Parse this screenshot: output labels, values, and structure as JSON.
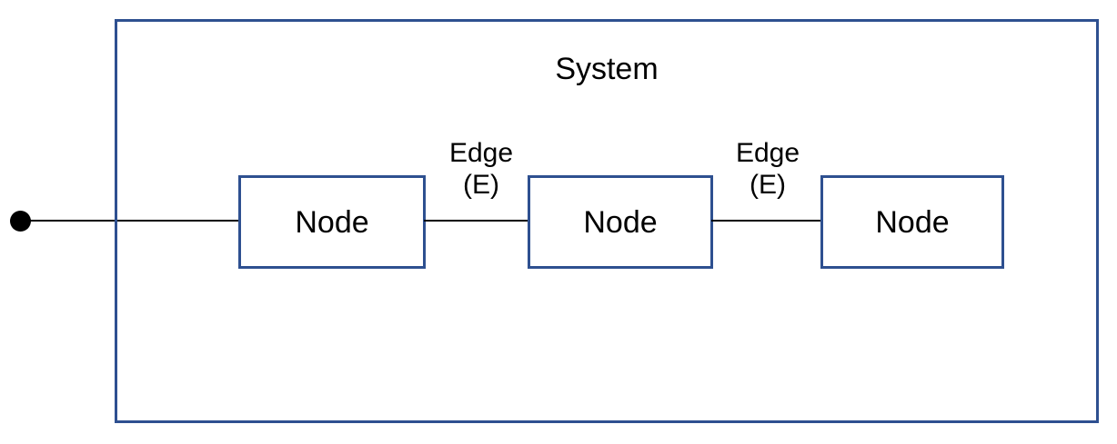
{
  "diagram": {
    "title": "System",
    "colors": {
      "border": "#2E5090",
      "line": "#000000",
      "text": "#000000",
      "background": "#ffffff"
    },
    "system": {
      "label": "System"
    },
    "source": {
      "marker": "filled-circle-terminal"
    },
    "nodes": [
      {
        "id": "node-1",
        "label": "Node"
      },
      {
        "id": "node-2",
        "label": "Node"
      },
      {
        "id": "node-3",
        "label": "Node"
      }
    ],
    "edges": [
      {
        "id": "edge-1",
        "label": "Edge",
        "sublabel": "(E)",
        "from": "node-1",
        "to": "node-2"
      },
      {
        "id": "edge-2",
        "label": "Edge",
        "sublabel": "(E)",
        "from": "node-2",
        "to": "node-3"
      }
    ],
    "connectors": [
      {
        "id": "connector-source",
        "from": "source",
        "to": "node-1"
      },
      {
        "id": "connector-1-2",
        "from": "node-1",
        "to": "node-2"
      },
      {
        "id": "connector-2-3",
        "from": "node-2",
        "to": "node-3"
      }
    ]
  }
}
